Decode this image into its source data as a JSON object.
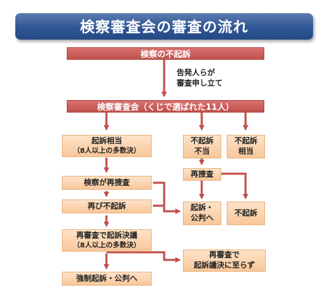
{
  "title": "検察審査会の審査の流れ",
  "top_bar": "検察の不起訴",
  "application_note": [
    "告発人らが",
    "審査申し立て"
  ],
  "committee_bar": "検察審査会（くじで選ばれた11人）",
  "boxes": {
    "kiso_soutou": [
      "起訴相当",
      "（8人以上の多数決）"
    ],
    "fukiso_futou": [
      "不起訴",
      "不当"
    ],
    "fukiso_soutou": [
      "不起訴",
      "相当"
    ],
    "kensatsu_saisousa": [
      "検察が再捜査"
    ],
    "saisousa": [
      "再捜査"
    ],
    "futatabi_fukiso": [
      "再び不起訴"
    ],
    "kiso_kouhan": [
      "起訴・",
      "公判へ"
    ],
    "fukiso_result": [
      "不起訴"
    ],
    "sai_shinsa_ketsugi": [
      "再審査で起訴決議",
      "（8人以上の多数決）"
    ],
    "sai_shinsa_fuketsugi": [
      "再審査で",
      "起訴議決に至らず"
    ],
    "kyousei_kiso": [
      "強制起訴・公判へ"
    ]
  },
  "colors": {
    "title_bg": "#2f5593",
    "red_bar": "#c0504d",
    "box_fill": "#fbd5b0",
    "arrow": "#c0504d"
  }
}
